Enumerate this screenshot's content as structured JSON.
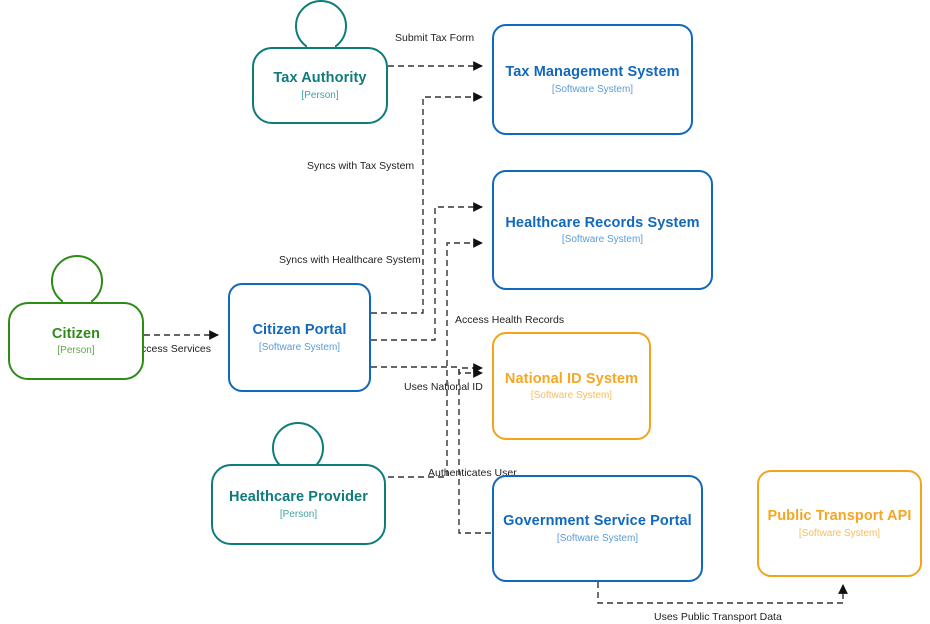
{
  "diagram": {
    "type": "c4-system-context",
    "palette": {
      "software_system": "#1168BD",
      "software_system_subtitle": "#5A9BD8",
      "person_teal": "#0E7C7B",
      "person_green": "#2E8B16",
      "external_system": "#F2A41C",
      "edge": "#333333",
      "label_text": "#222222",
      "background": "#FFFFFF"
    },
    "nodes": [
      {
        "id": "tax-authority",
        "name": "Tax Authority",
        "tag": "[Person]",
        "kind": "person",
        "color": "teal"
      },
      {
        "id": "tax-management",
        "name": "Tax Management System",
        "tag": "[Software System]",
        "kind": "system",
        "color": "blue"
      },
      {
        "id": "healthcare-records",
        "name": "Healthcare Records System",
        "tag": "[Software System]",
        "kind": "system",
        "color": "blue"
      },
      {
        "id": "citizen",
        "name": "Citizen",
        "tag": "[Person]",
        "kind": "person",
        "color": "green"
      },
      {
        "id": "citizen-portal",
        "name": "Citizen Portal",
        "tag": "[Software System]",
        "kind": "system",
        "color": "blue"
      },
      {
        "id": "national-id",
        "name": "National ID System",
        "tag": "[Software System]",
        "kind": "system",
        "color": "orange"
      },
      {
        "id": "healthcare-provider",
        "name": "Healthcare Provider",
        "tag": "[Person]",
        "kind": "person",
        "color": "teal"
      },
      {
        "id": "government-portal",
        "name": "Government Service Portal",
        "tag": "[Software System]",
        "kind": "system",
        "color": "blue"
      },
      {
        "id": "public-transport",
        "name": "Public Transport API",
        "tag": "[Software System]",
        "kind": "system",
        "color": "orange"
      }
    ],
    "edges": [
      {
        "id": "e1",
        "from": "tax-authority",
        "to": "tax-management",
        "label": "Submit Tax Form"
      },
      {
        "id": "e2",
        "from": "citizen-portal",
        "to": "tax-management",
        "label": "Syncs with Tax System"
      },
      {
        "id": "e3",
        "from": "citizen-portal",
        "to": "healthcare-records",
        "label": "Syncs with Healthcare System"
      },
      {
        "id": "e4",
        "from": "citizen",
        "to": "citizen-portal",
        "label": "Access Services"
      },
      {
        "id": "e5",
        "from": "healthcare-provider",
        "to": "healthcare-records",
        "label": "Access Health Records"
      },
      {
        "id": "e6",
        "from": "citizen-portal",
        "to": "national-id",
        "label": "Uses National ID"
      },
      {
        "id": "e7",
        "from": "government-portal",
        "to": "national-id",
        "label": "Authenticates User"
      },
      {
        "id": "e8",
        "from": "government-portal",
        "to": "public-transport",
        "label": "Uses Public Transport Data"
      }
    ]
  }
}
